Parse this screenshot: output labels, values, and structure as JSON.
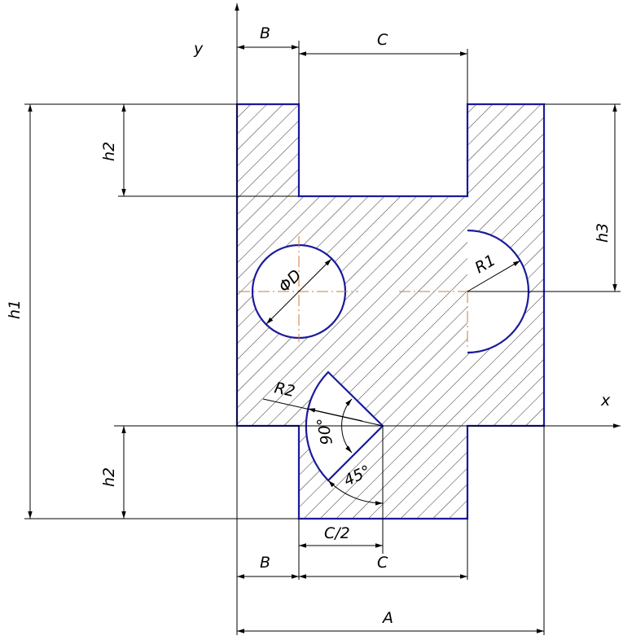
{
  "drawing": {
    "axes": {
      "x_label": "x",
      "y_label": "y"
    },
    "dimensions": {
      "A": "A",
      "B_top": "B",
      "B_bottom": "B",
      "C_top": "C",
      "C_bottom": "C",
      "C_half": "C/2",
      "h1": "h1",
      "h2_top": "h2",
      "h2_bottom": "h2",
      "h3": "h3",
      "diameter": "ΦD",
      "R1": "R1",
      "R2": "R2",
      "angle_90": "90°",
      "angle_45": "45°"
    },
    "colors": {
      "outline": "#1a1a9c",
      "hatch": "#000000",
      "centerline": "#d07a3a",
      "dimension": "#000000"
    }
  }
}
